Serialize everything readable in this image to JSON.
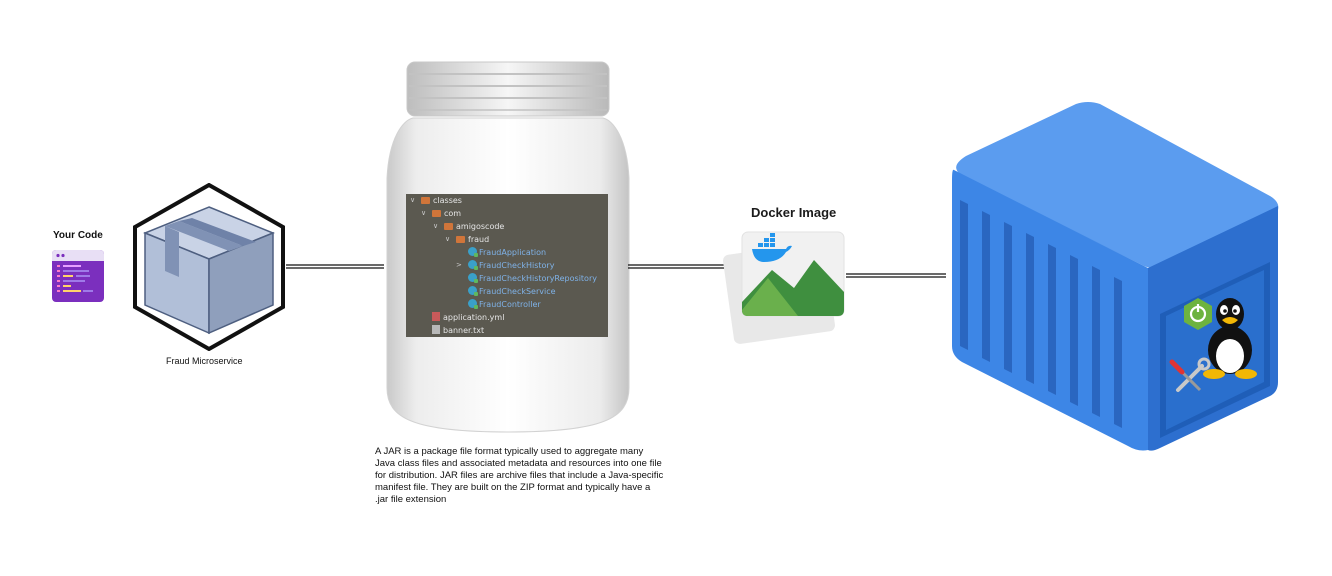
{
  "your_code": {
    "title": "Your Code"
  },
  "microservice": {
    "label": "Fraud Microservice"
  },
  "jar": {
    "tree": [
      {
        "label": "classes",
        "kind": "folder",
        "depth": 0,
        "chevron": "open"
      },
      {
        "label": "com",
        "kind": "folder",
        "depth": 1,
        "chevron": "open"
      },
      {
        "label": "amigoscode",
        "kind": "folder",
        "depth": 2,
        "chevron": "open"
      },
      {
        "label": "fraud",
        "kind": "folder",
        "depth": 3,
        "chevron": "open"
      },
      {
        "label": "FraudApplication",
        "kind": "class",
        "depth": 4,
        "chevron": ""
      },
      {
        "label": "FraudCheckHistory",
        "kind": "class",
        "depth": 4,
        "chevron": "closed"
      },
      {
        "label": "FraudCheckHistoryRepository",
        "kind": "class",
        "depth": 4,
        "chevron": ""
      },
      {
        "label": "FraudCheckService",
        "kind": "class",
        "depth": 4,
        "chevron": ""
      },
      {
        "label": "FraudController",
        "kind": "class",
        "depth": 4,
        "chevron": ""
      },
      {
        "label": "application.yml",
        "kind": "yml",
        "depth": 1,
        "chevron": ""
      },
      {
        "label": "banner.txt",
        "kind": "txt",
        "depth": 1,
        "chevron": ""
      }
    ],
    "description": "A JAR is a package file format typically used to aggregate many Java class files and associated metadata and resources into one file for distribution. JAR files are archive files that include a Java-specific manifest file. They are built on the ZIP format and typically have a .jar file extension"
  },
  "docker_image": {
    "title": "Docker Image"
  },
  "colors": {
    "container_blue": "#3d86e6",
    "spring_green": "#6db33f",
    "tree_bg": "#5b5950",
    "folder_orange": "#d0753a",
    "class_blue": "#7fb2e8"
  }
}
